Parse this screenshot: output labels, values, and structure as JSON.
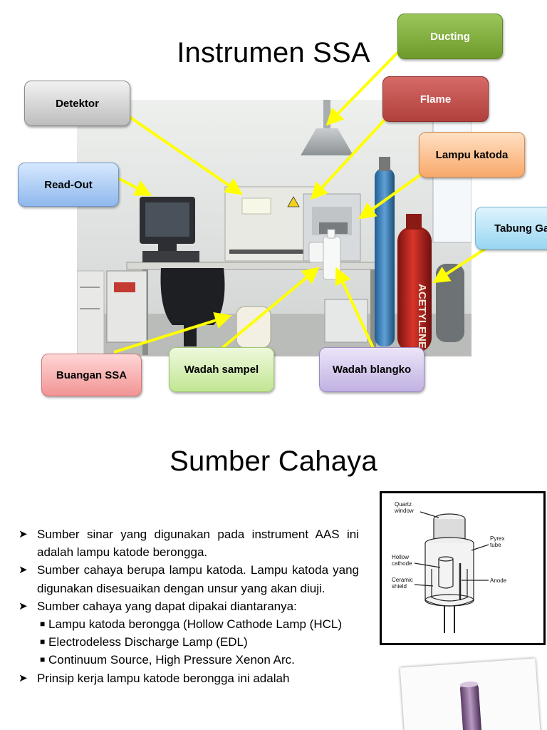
{
  "slide1": {
    "title": "Instrumen SSA",
    "callouts": {
      "ducting": "Ducting",
      "flame": "Flame",
      "detektor": "Detektor",
      "lampu_katoda": "Lampu katoda",
      "read_out": "Read-Out",
      "tabung_gas": "Tabung Gas",
      "buangan_ssa": "Buangan SSA",
      "wadah_sampel": "Wadah sampel",
      "wadah_blangko": "Wadah blangko"
    },
    "photo_text": {
      "acetylene": "ACETYLENE"
    },
    "colors": {
      "arrow": "#ffff00",
      "ducting": "#77a630",
      "flame": "#c0504d",
      "detektor": "#d0d0d0",
      "lampu_katoda": "#fbc08d",
      "read_out": "#a9ccf5",
      "tabung_gas": "#a8ddf5",
      "buangan_ssa": "#f5a9a9",
      "wadah_sampel": "#cdeba0",
      "wadah_blangko": "#cbbde6"
    }
  },
  "slide2": {
    "title": "Sumber Cahaya",
    "bullets": [
      "Sumber sinar yang digunakan pada instrument AAS ini adalah lampu katode berongga.",
      "Sumber cahaya berupa lampu katoda. Lampu katoda yang digunakan disesuaikan dengan unsur yang akan diuji.",
      "Sumber cahaya yang dapat dipakai diantaranya:"
    ],
    "sub_bullets": [
      "Lampu katoda berongga (Hollow Cathode Lamp (HCL)",
      "Electrodeless Discharge Lamp (EDL)",
      "Continuum Source, High Pressure Xenon Arc."
    ],
    "last_bullet": "Prinsip kerja lampu katode berongga ini adalah",
    "diagram_labels": {
      "quartz_window": "Quartz window",
      "pyrex_tube": "Pyrex tube",
      "hollow_cathode": "Hollow cathode",
      "anode": "Anode",
      "ceramic_shield": "Ceramic shield"
    }
  }
}
